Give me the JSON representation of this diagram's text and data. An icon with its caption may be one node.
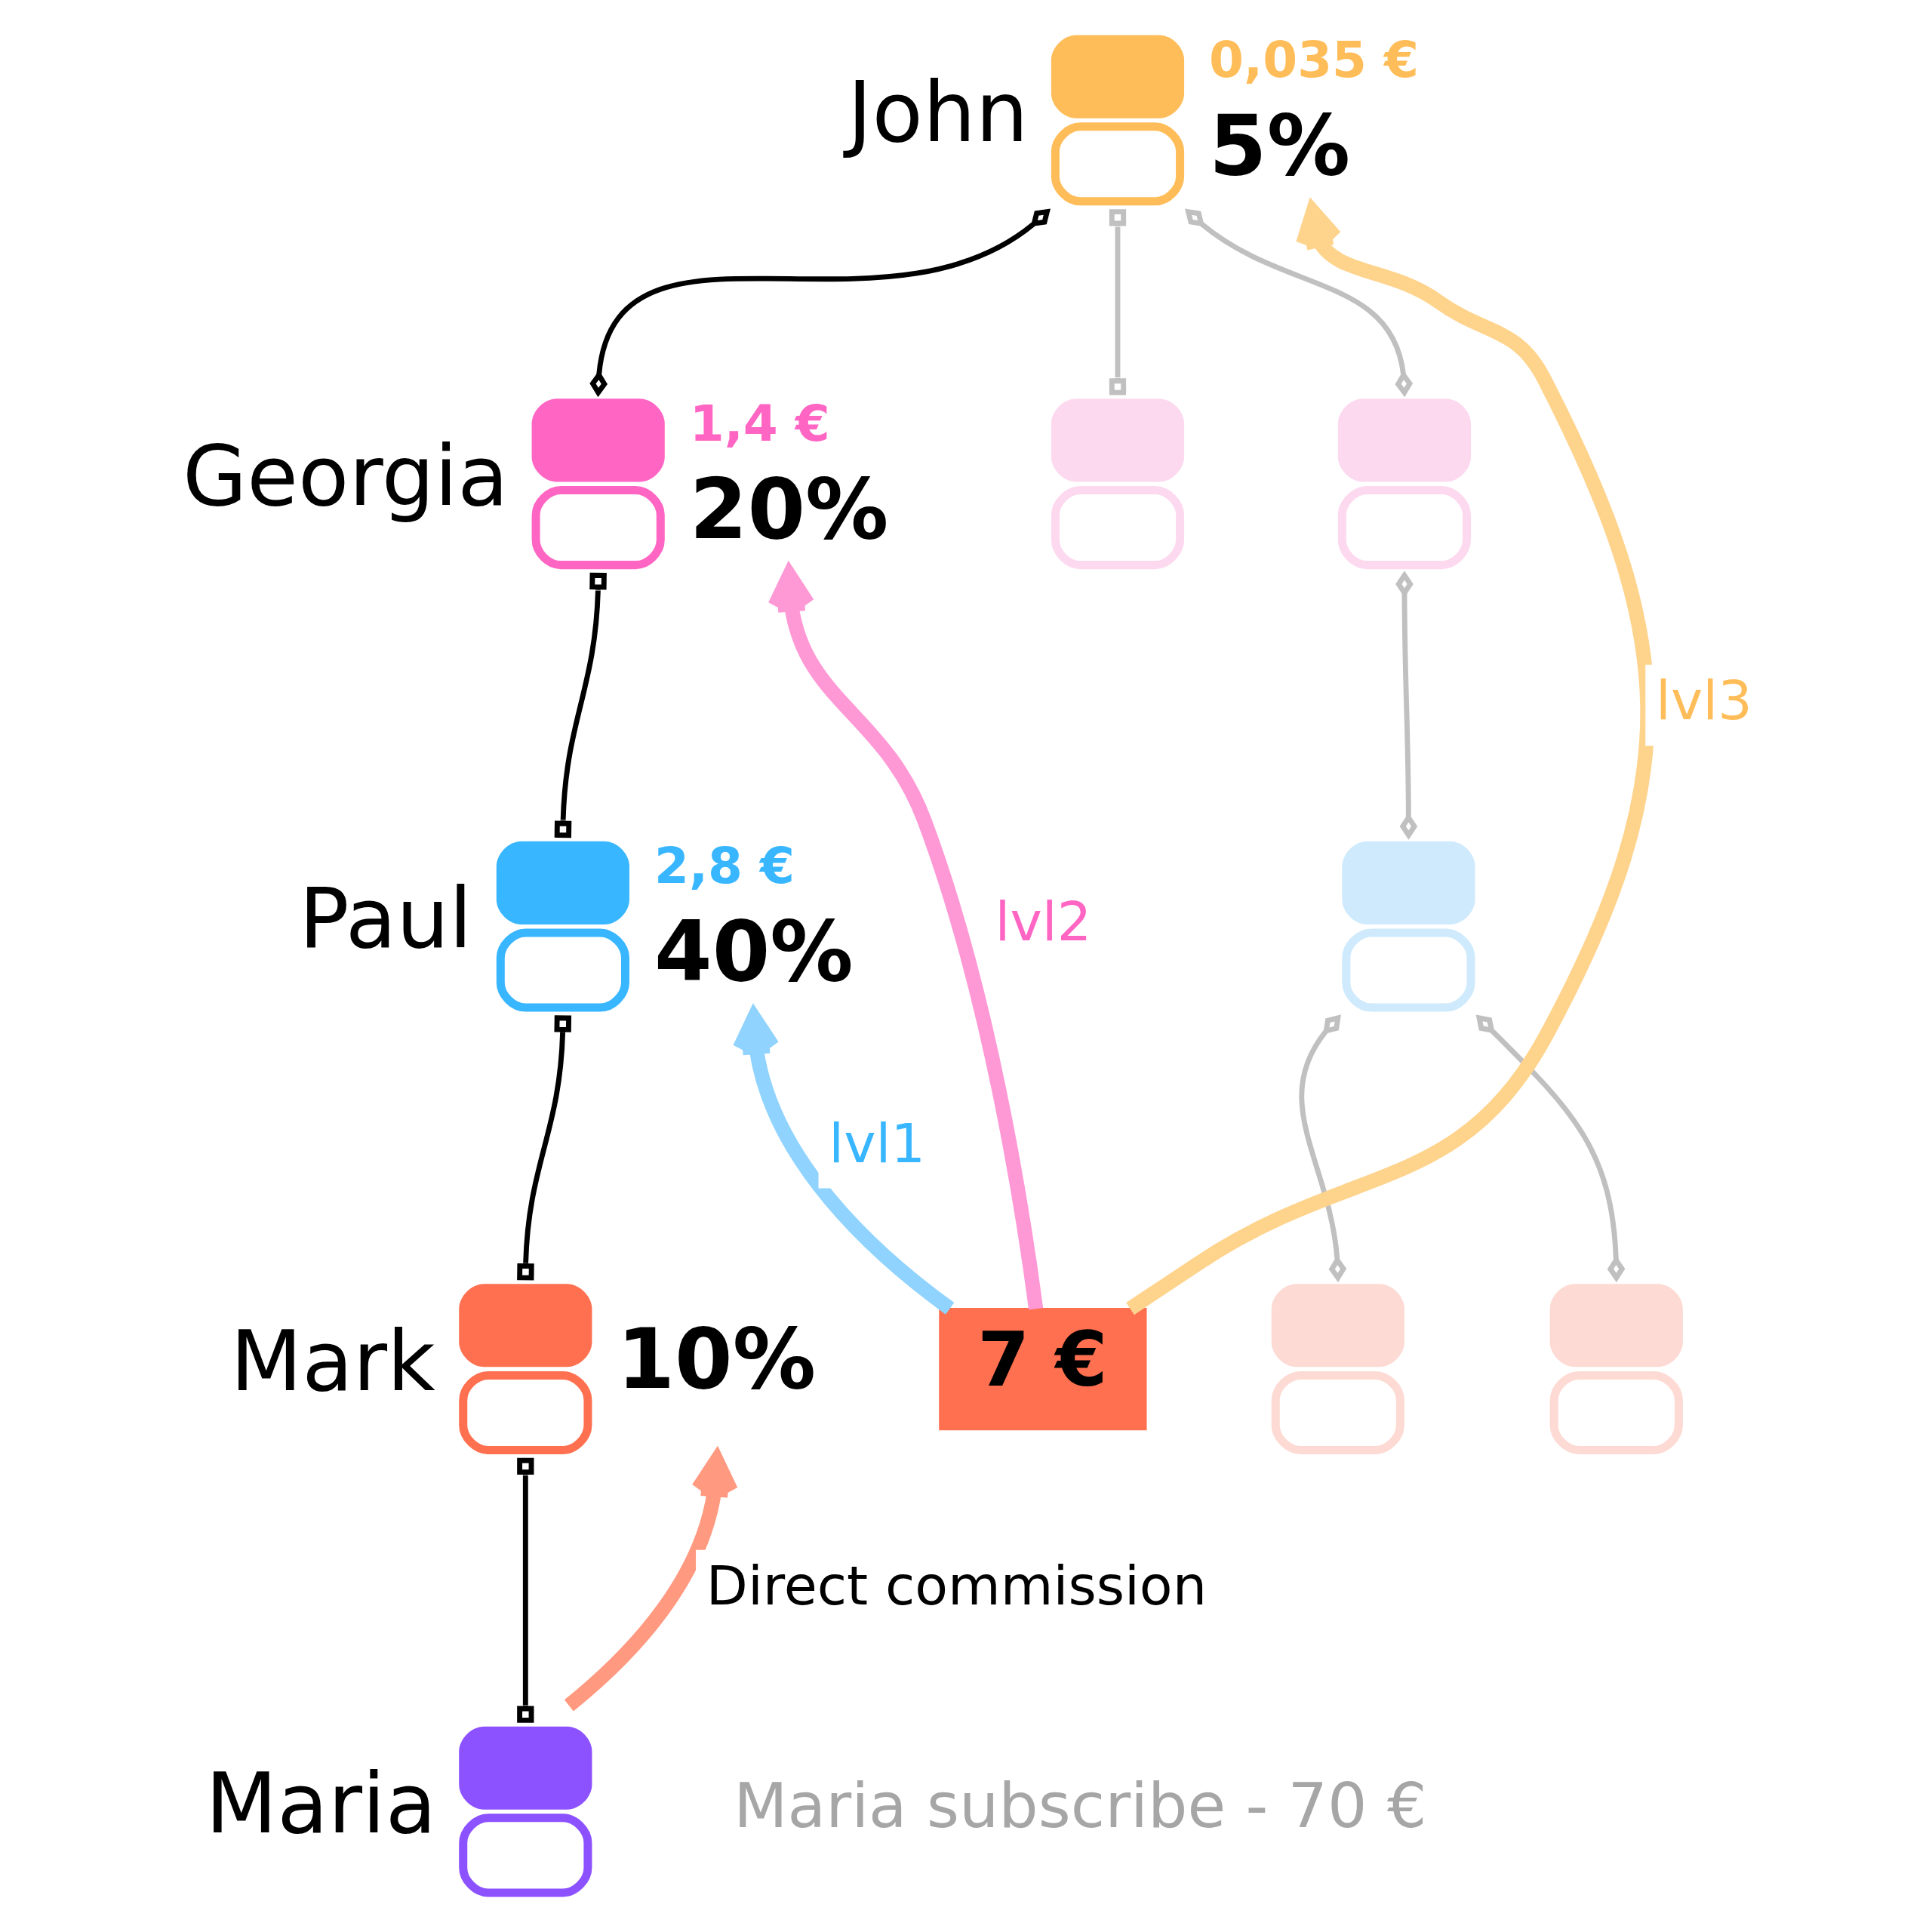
{
  "diagram": {
    "nodes": [
      {
        "text": [
          "John"
        ],
        "beside": [
          "0,035 €",
          "5%"
        ]
      },
      {
        "text": [
          "Georgia"
        ],
        "beside": [
          "1,4 €",
          "20%"
        ]
      },
      {
        "text": [],
        "shape": "person"
      },
      {
        "text": [],
        "shape": "person"
      },
      {
        "text": [
          "Paul"
        ],
        "beside": [
          "2,8 €",
          "40%"
        ]
      },
      {
        "text": [],
        "shape": "person"
      },
      {
        "text": [
          "Mark"
        ],
        "beside": [
          "10%"
        ]
      },
      {
        "text": [
          "7 €"
        ]
      },
      {
        "text": [],
        "shape": "person"
      },
      {
        "text": [],
        "shape": "person"
      },
      {
        "text": [
          "Maria"
        ]
      }
    ],
    "edges": [
      {
        "from": 0,
        "to": 1,
        "arrow": "other",
        "color": "#000000"
      },
      {
        "from": 0,
        "to": 2,
        "arrow": "other",
        "color": "#c0c0c0"
      },
      {
        "from": 0,
        "to": 3,
        "arrow": "other",
        "color": "#c0c0c0"
      },
      {
        "from": 1,
        "to": 4,
        "arrow": "other",
        "color": "#000000"
      },
      {
        "from": 3,
        "to": 5,
        "arrow": "other",
        "color": "#c0c0c0"
      },
      {
        "from": 4,
        "to": 6,
        "arrow": "other",
        "color": "#000000"
      },
      {
        "from": 5,
        "to": 8,
        "arrow": "other",
        "color": "#c0c0c0"
      },
      {
        "from": 5,
        "to": 9,
        "arrow": "other",
        "color": "#c0c0c0"
      },
      {
        "from": 6,
        "to": 10,
        "arrow": "other",
        "color": "#000000"
      },
      {
        "from": 7,
        "to": 4,
        "arrow": "to",
        "label": "lvl1",
        "style": "thick",
        "color": "#8fd3fe"
      },
      {
        "from": 7,
        "to": 1,
        "arrow": "to",
        "label": "lvl2",
        "style": "thick",
        "color": "#ff99d6"
      },
      {
        "from": 7,
        "to": 0,
        "arrow": "to",
        "label": "lvl3",
        "style": "thick",
        "color": "#fed38c"
      },
      {
        "from": 10,
        "to": 6,
        "arrow": "to",
        "label": "Direct commission",
        "style": "thick",
        "color": "#ff9980"
      }
    ],
    "labels": [
      "Maria subscribe - 70 €"
    ]
  }
}
